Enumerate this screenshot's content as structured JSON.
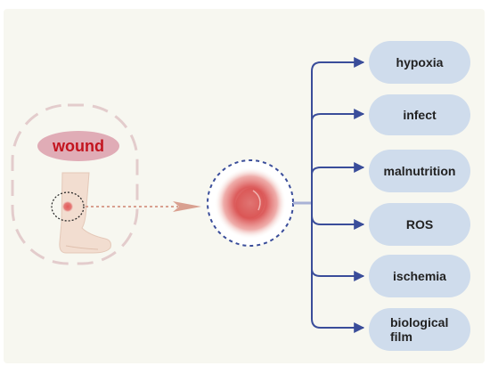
{
  "diagram": {
    "source_label": "wound",
    "effects": [
      {
        "label": "hypoxia"
      },
      {
        "label": "infect"
      },
      {
        "label": "malnutrition"
      },
      {
        "label": "ROS"
      },
      {
        "label": "ischemia"
      },
      {
        "label": "biological film"
      }
    ]
  },
  "colors": {
    "background": "#f7f7f0",
    "outer_dash": "#e3cccc",
    "wound_pill": "#e0acb6",
    "wound_text": "#c3141e",
    "pill_fill": "#cfdcec",
    "arrow": "#3a4d9a",
    "dotted_arrow": "#d9a090",
    "circle_dash": "#3a4d9a"
  }
}
